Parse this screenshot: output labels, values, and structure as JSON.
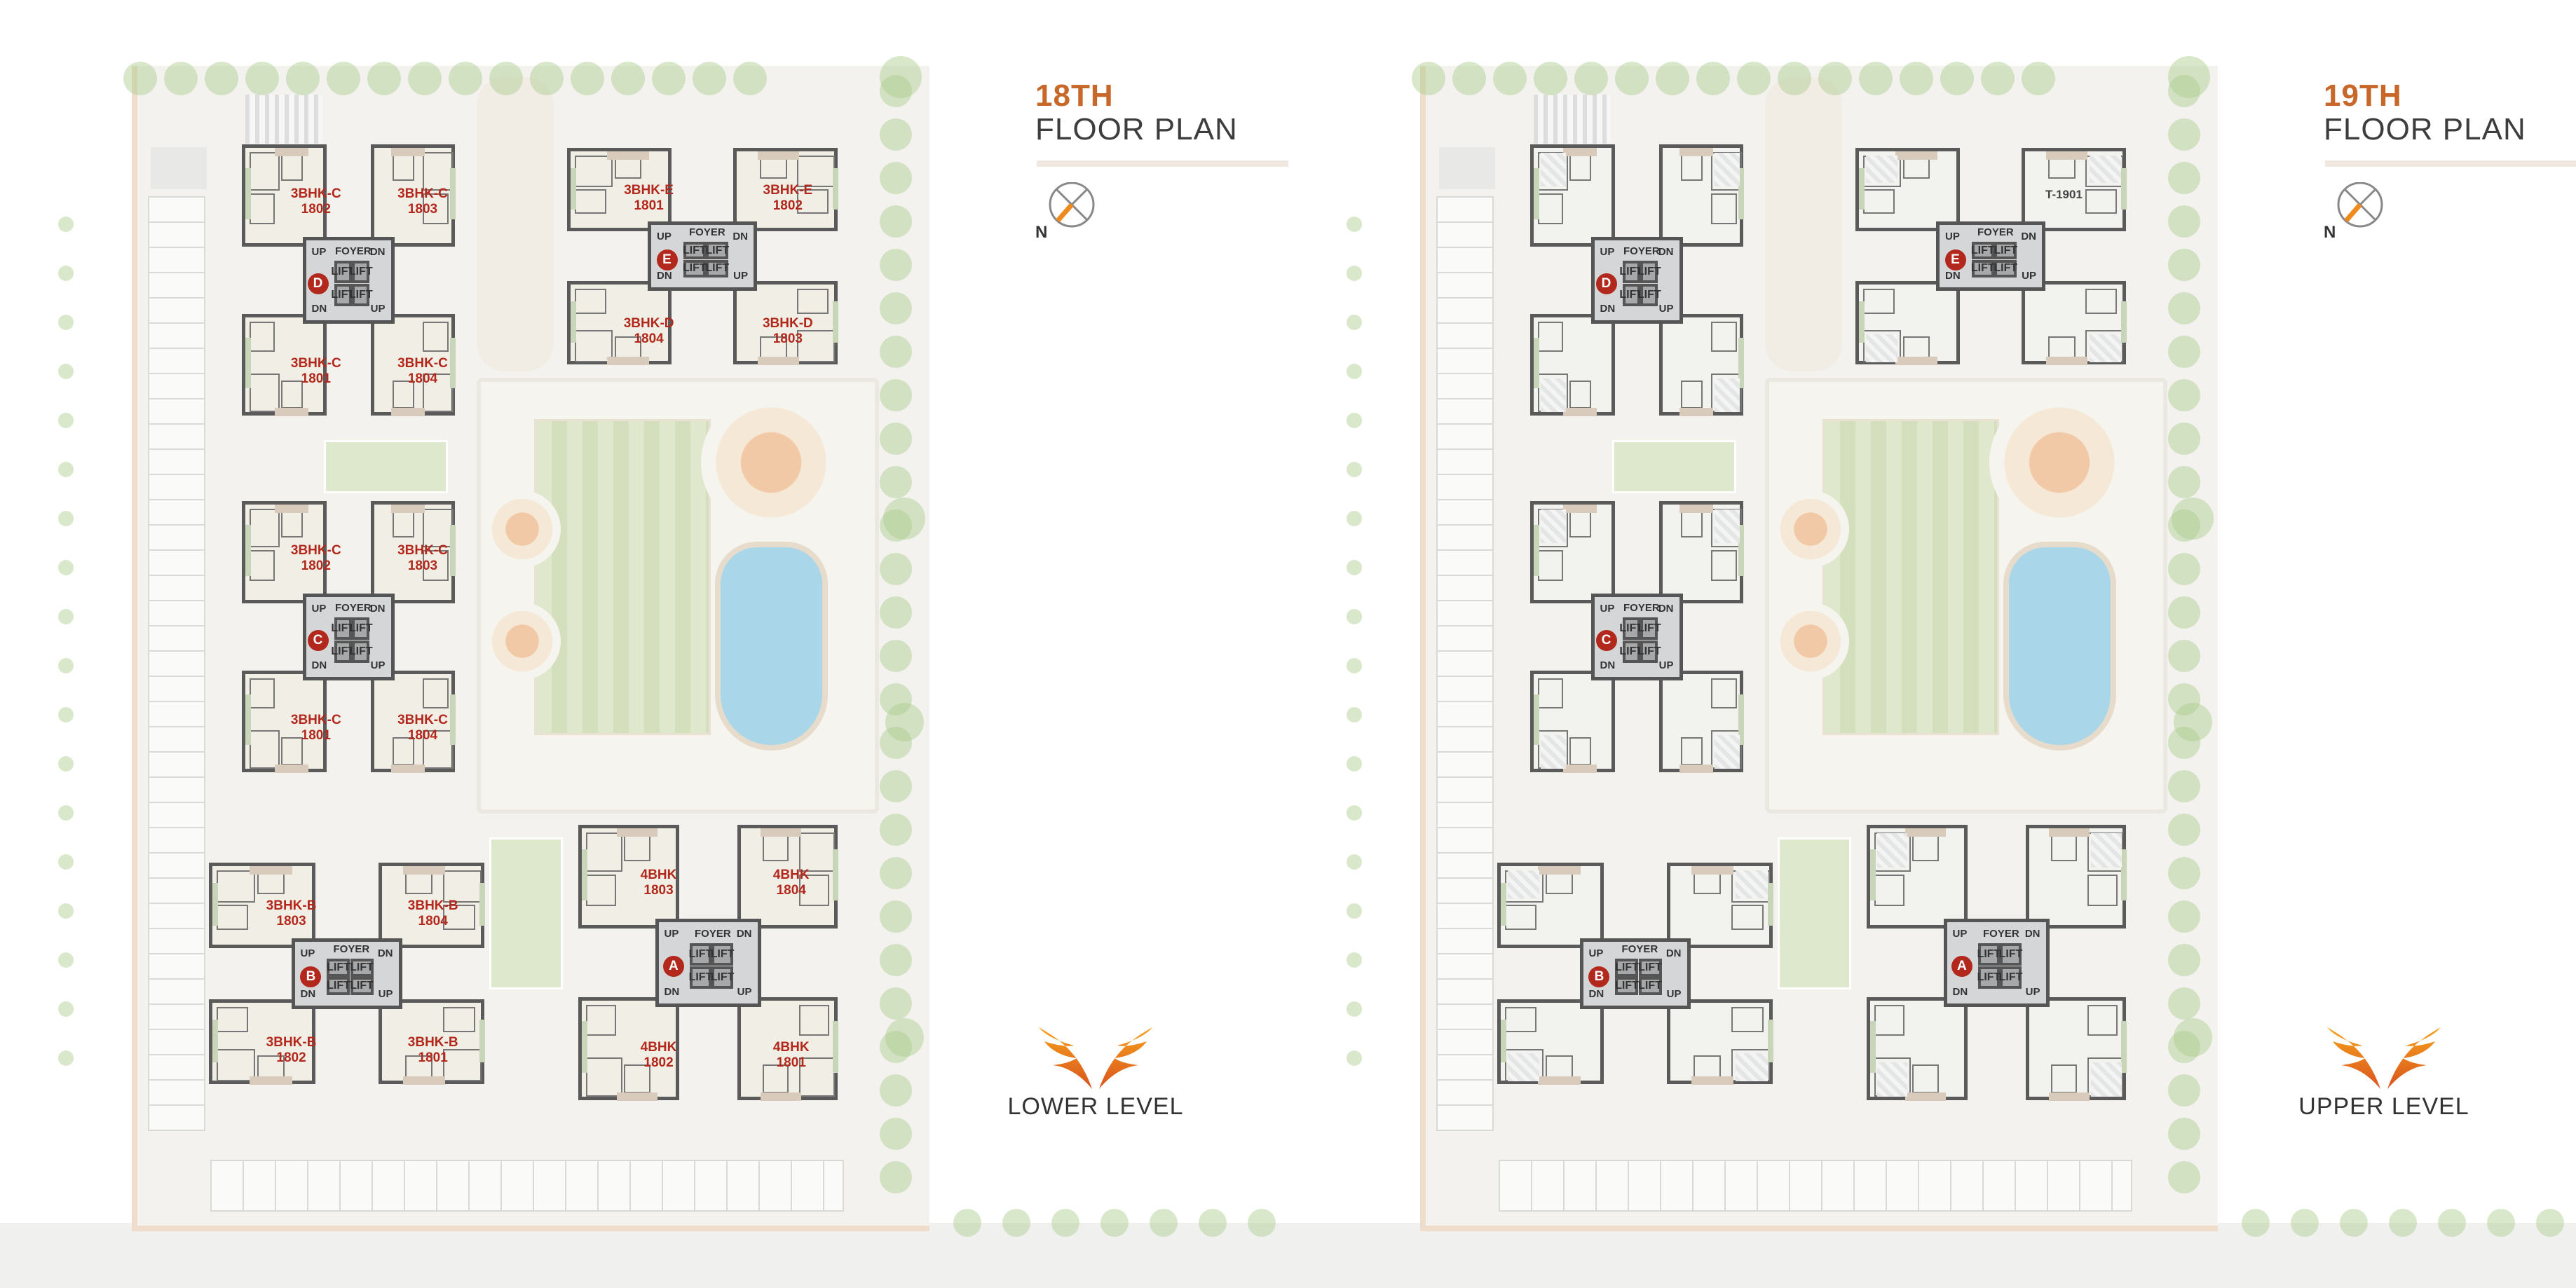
{
  "colors": {
    "accent_orange": "#c8672a",
    "tower_badge": "#b3281c",
    "unit_label": "#b3281c",
    "title_gray": "#3d3d3d",
    "compass_needle": "#ef8a1f"
  },
  "panels": [
    {
      "floor_ordinal": "18TH",
      "floor_plan": "FLOOR PLAN",
      "compass_label": "N",
      "level_label": "LOWER LEVEL",
      "core_text": {
        "lift": "LIFT",
        "foyer": "FOYER",
        "up": "UP",
        "dn": "DN"
      },
      "towers": [
        {
          "id": "D",
          "units": [
            {
              "type": "3BHK-C",
              "no": "1802"
            },
            {
              "type": "3BHK-C",
              "no": "1803"
            },
            {
              "type": "3BHK-C",
              "no": "1801"
            },
            {
              "type": "3BHK-C",
              "no": "1804"
            }
          ]
        },
        {
          "id": "C",
          "units": [
            {
              "type": "3BHK-C",
              "no": "1802"
            },
            {
              "type": "3BHK-C",
              "no": "1803"
            },
            {
              "type": "3BHK-C",
              "no": "1801"
            },
            {
              "type": "3BHK-C",
              "no": "1804"
            }
          ]
        },
        {
          "id": "E",
          "units": [
            {
              "type": "3BHK-E",
              "no": "1801"
            },
            {
              "type": "3BHK-E",
              "no": "1802"
            },
            {
              "type": "3BHK-D",
              "no": "1804"
            },
            {
              "type": "3BHK-D",
              "no": "1803"
            }
          ]
        },
        {
          "id": "B",
          "units": [
            {
              "type": "3BHK-B",
              "no": "1803"
            },
            {
              "type": "3BHK-B",
              "no": "1804"
            },
            {
              "type": "3BHK-B",
              "no": "1802"
            },
            {
              "type": "3BHK-B",
              "no": "1801"
            }
          ]
        },
        {
          "id": "A",
          "units": [
            {
              "type": "4BHK",
              "no": "1803"
            },
            {
              "type": "4BHK",
              "no": "1804"
            },
            {
              "type": "4BHK",
              "no": "1802"
            },
            {
              "type": "4BHK",
              "no": "1801"
            }
          ]
        }
      ]
    },
    {
      "floor_ordinal": "19TH",
      "floor_plan": "FLOOR PLAN",
      "compass_label": "N",
      "level_label": "UPPER LEVEL",
      "core_text": {
        "lift": "LIFT",
        "foyer": "FOYER",
        "up": "UP",
        "dn": "DN"
      },
      "terrace_label": "T-1901",
      "towers": [
        {
          "id": "D",
          "units": []
        },
        {
          "id": "C",
          "units": []
        },
        {
          "id": "E",
          "units": []
        },
        {
          "id": "B",
          "units": []
        },
        {
          "id": "A",
          "units": []
        }
      ]
    }
  ]
}
